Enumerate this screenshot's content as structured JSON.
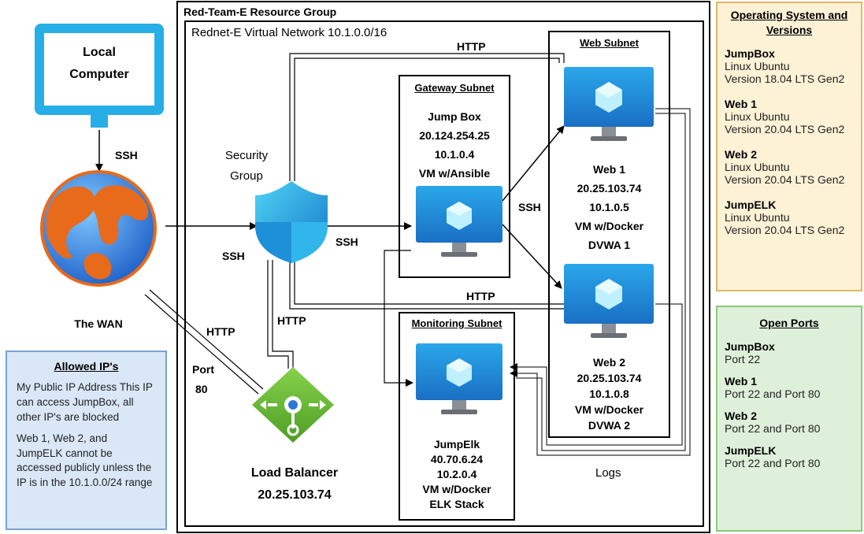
{
  "resource_group": {
    "title": "Red-Team-E Resource Group"
  },
  "vnet": {
    "title": "Rednet-E Virtual Network 10.1.0.0/16"
  },
  "local_computer": {
    "line1": "Local",
    "line2": "Computer"
  },
  "wan": {
    "label": "The WAN"
  },
  "security_group": {
    "line1": "Security",
    "line2": "Group"
  },
  "load_balancer": {
    "line1": "Load Balancer",
    "line2": "20.25.103.74"
  },
  "gateway_subnet": {
    "title": "Gateway Subnet",
    "name": "Jump Box",
    "public_ip": "20.124.254.25",
    "private_ip": "10.1.0.4",
    "role": "VM w/Ansible"
  },
  "web_subnet": {
    "title": "Web Subnet"
  },
  "web1": {
    "name": "Web 1",
    "public_ip": "20.25.103.74",
    "private_ip": "10.1.0.5",
    "role": "VM w/Docker",
    "app": "DVWA 1"
  },
  "web2": {
    "name": "Web 2",
    "public_ip": "20.25.103.74",
    "private_ip": "10.1.0.8",
    "role": "VM w/Docker",
    "app": "DVWA 2"
  },
  "monitoring_subnet": {
    "title": "Monitoring Subnet",
    "name": "JumpElk",
    "public_ip": "40.70.6.24",
    "private_ip": "10.2.0.4",
    "role": "VM w/Docker",
    "app": "ELK Stack"
  },
  "edge_labels": {
    "ssh_local_wan": "SSH",
    "ssh_wan_sg": "SSH",
    "ssh_sg_jump": "SSH",
    "ssh_jump_web": "SSH",
    "http_top": "HTTP",
    "http_mid": "HTTP",
    "http_lb": "HTTP",
    "http_wan_lb": "HTTP",
    "port_label": "Port",
    "port_value": "80",
    "logs": "Logs"
  },
  "allowed_ips": {
    "title": "Allowed IP's",
    "p1": "My Public IP Address This IP can access JumpBox, all other IP's are blocked",
    "p2": "Web 1, Web 2, and JumpELK cannot be accessed publicly unless the IP is in the 10.1.0.0/24 range"
  },
  "os_panel": {
    "title": "Operating System and Versions",
    "items": [
      {
        "name": "JumpBox",
        "os": "Linux Ubuntu",
        "version": "Version 18.04 LTS Gen2"
      },
      {
        "name": "Web 1",
        "os": "Linux Ubuntu",
        "version": "Version 20.04 LTS Gen2"
      },
      {
        "name": "Web 2",
        "os": "Linux Ubuntu",
        "version": "Version 20.04 LTS Gen2"
      },
      {
        "name": "JumpELK",
        "os": "Linux Ubuntu",
        "version": "Version 20.04 LTS Gen2"
      }
    ]
  },
  "ports_panel": {
    "title": "Open Ports",
    "items": [
      {
        "name": "JumpBox",
        "ports": "Port 22"
      },
      {
        "name": "Web 1",
        "ports": "Port 22 and Port 80"
      },
      {
        "name": "Web 2",
        "ports": "Port 22 and Port 80"
      },
      {
        "name": "JumpELK",
        "ports": "Port 22 and Port 80"
      }
    ]
  },
  "colors": {
    "os_panel_bg": "#fdf1d6",
    "os_panel_border": "#e0b866",
    "ports_panel_bg": "#dff0da",
    "ports_panel_border": "#8cc87a",
    "allowed_bg": "#dae7f7",
    "allowed_border": "#7aa3d2",
    "azure_blue": "#1c86d6",
    "monitor_cyan": "#22aee6"
  }
}
